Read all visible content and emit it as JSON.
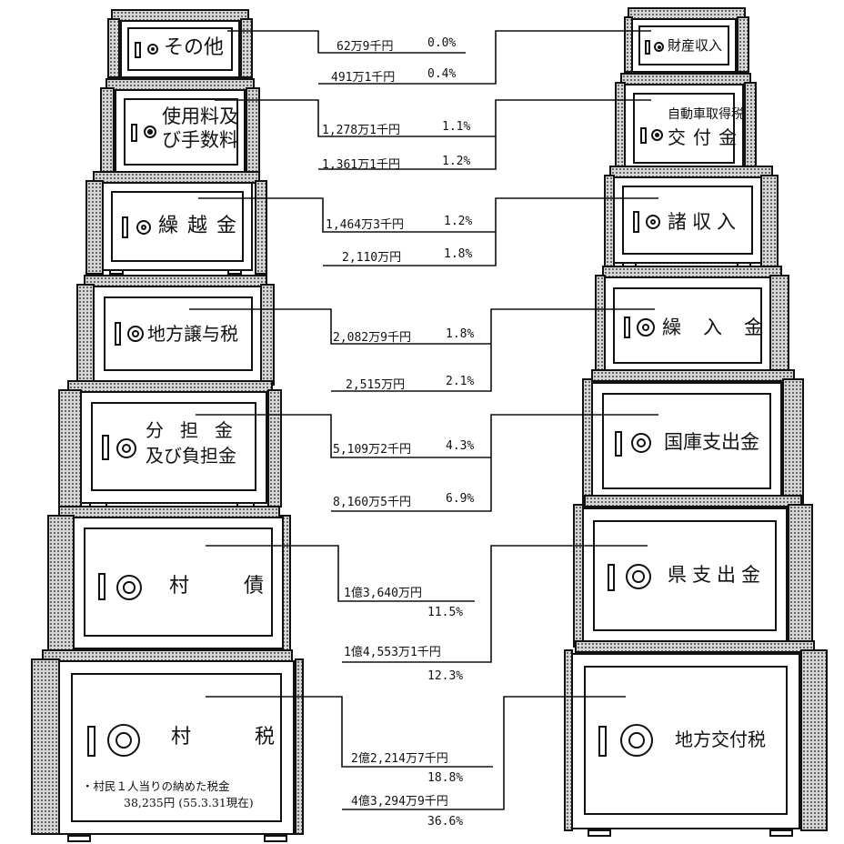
{
  "left_safes": [
    {
      "label": "その他"
    },
    {
      "label_line1": "使用料及",
      "label_line2": "び手数料"
    },
    {
      "label": "繰越金"
    },
    {
      "label": "地方譲与税"
    },
    {
      "label_line1": "分担金",
      "label_line2": "及び負担金"
    },
    {
      "label_left": "村",
      "label_right": "債"
    },
    {
      "label_left": "村",
      "label_right": "税",
      "note_line1": "・村民１人当りの納めた税金",
      "note_line2": "38,235円 (55.3.31現在)"
    }
  ],
  "right_safes": [
    {
      "label": "財産収入"
    },
    {
      "label_line1": "自動車取得税",
      "label_line2": "交付金"
    },
    {
      "label": "諸収入"
    },
    {
      "label": "繰入金"
    },
    {
      "label": "国庫支出金"
    },
    {
      "label": "県支出金"
    },
    {
      "label": "地方交付税"
    }
  ],
  "figures": [
    {
      "left_amount": "62万9千円",
      "left_pct": "0.0%",
      "right_amount": "491万1千円",
      "right_pct": "0.4%"
    },
    {
      "left_amount": "1,278万1千円",
      "left_pct": "1.1%",
      "right_amount": "1,361万1千円",
      "right_pct": "1.2%"
    },
    {
      "left_amount": "1,464万3千円",
      "left_pct": "1.2%",
      "right_amount": "2,110万円",
      "right_pct": "1.8%"
    },
    {
      "left_amount": "2,082万9千円",
      "left_pct": "1.8%",
      "right_amount": "2,515万円",
      "right_pct": "2.1%"
    },
    {
      "left_amount": "5,109万2千円",
      "left_pct": "4.3%",
      "right_amount": "8,160万5千円",
      "right_pct": "6.9%"
    },
    {
      "left_amount": "1億3,640万円",
      "left_pct": "11.5%",
      "right_amount": "1億4,553万1千円",
      "right_pct": "12.3%"
    },
    {
      "left_amount": "2億2,214万7千円",
      "left_pct": "18.8%",
      "right_amount": "4億3,294万9千円",
      "right_pct": "36.6%"
    }
  ]
}
